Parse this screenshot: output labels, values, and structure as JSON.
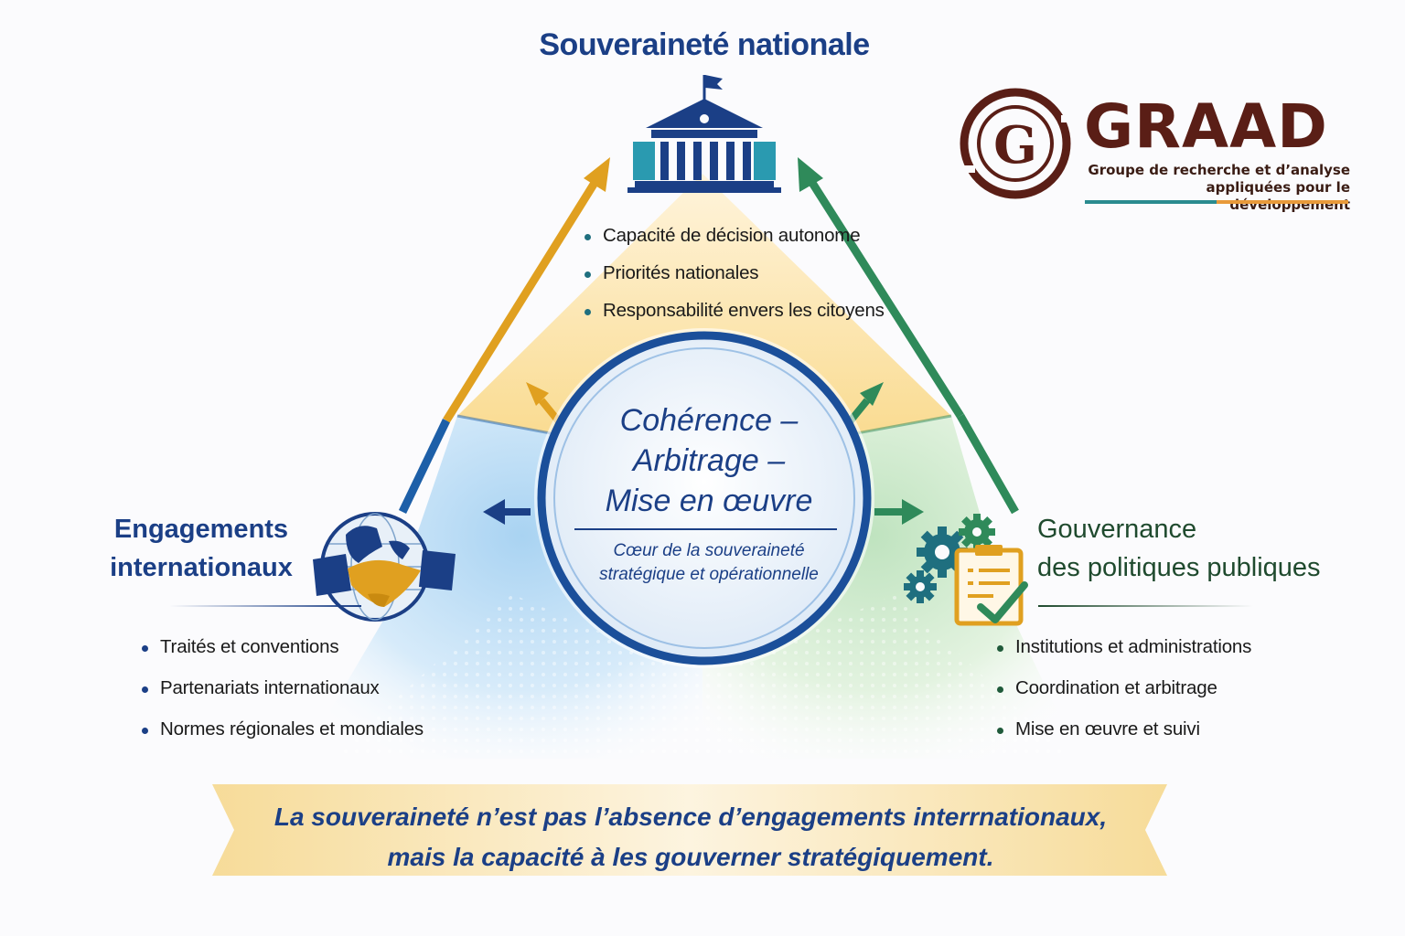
{
  "logo": {
    "letter": "G",
    "name": "GRAAD",
    "tagline_line1": "Groupe de recherche et d’analyse",
    "tagline_line2": "appliquées pour le développement",
    "colors": {
      "maroon": "#5a1e16",
      "teal": "#2a8b8f",
      "orange": "#e89a3a"
    }
  },
  "top": {
    "title": "Souveraineté nationale",
    "icon": "government-building-icon",
    "items": [
      "Capacité de décision autonome",
      "Priorités nationales",
      "Responsabilité envers les citoyens"
    ]
  },
  "left": {
    "title_line1": "Engagements",
    "title_line2": "internationaux",
    "icon": "globe-handshake-icon",
    "items": [
      "Traités et conventions",
      "Partenariats internationaux",
      "Normes régionales et mondiales"
    ]
  },
  "right": {
    "title_line1": "Gouvernance",
    "title_line2": "des politiques publiques",
    "icon": "gears-clipboard-icon",
    "items": [
      "Institutions et administrations",
      "Coordination et arbitrage",
      "Mise en œuvre et suivi"
    ]
  },
  "core": {
    "line1": "Cohérence –",
    "line2": "Arbitrage –",
    "line3": "Mise en œuvre",
    "sub_line1": "Cœur de la souveraineté",
    "sub_line2": "stratégique et opérationnelle"
  },
  "banner": {
    "line1": "La souveraineté n’est pas l’absence d’engagements interrnationaux,",
    "line2": "mais la capacité à les gouverner stratégiquement."
  },
  "colors": {
    "navy": "#1b3f86",
    "gold": "#e0a020",
    "green": "#2f8a5a",
    "blue": "#1d5fa8"
  }
}
